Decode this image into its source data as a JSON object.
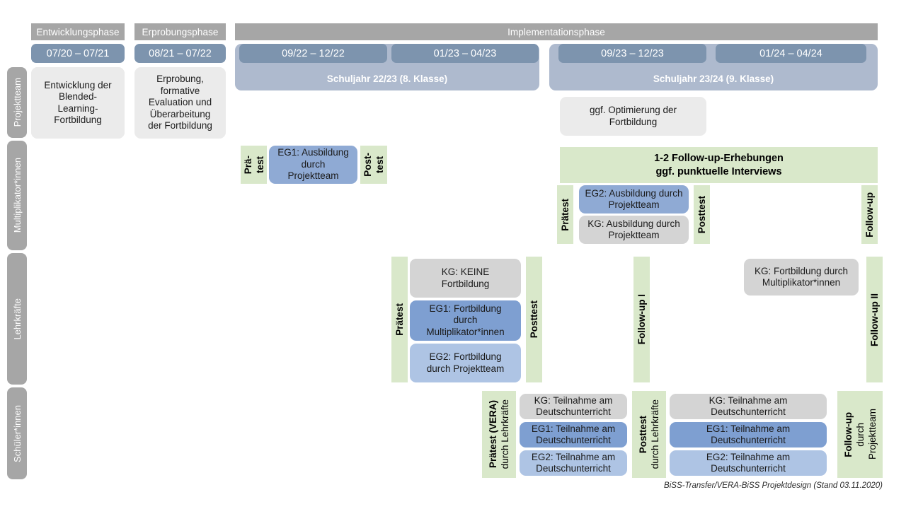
{
  "phases": [
    {
      "label": "Entwicklungsphase"
    },
    {
      "label": "Erprobungsphase"
    },
    {
      "label": "Implementationsphase"
    }
  ],
  "periods": [
    {
      "label": "07/20 – 07/21"
    },
    {
      "label": "08/21 – 07/22"
    },
    {
      "label": "09/22 – 12/22"
    },
    {
      "label": "01/23 – 04/23"
    },
    {
      "label": "09/23 – 12/23"
    },
    {
      "label": "01/24 – 04/24"
    }
  ],
  "school_years": [
    {
      "label": "Schuljahr 22/23 (8. Klasse)"
    },
    {
      "label": "Schuljahr 23/24 (9. Klasse)"
    }
  ],
  "rows": [
    {
      "key": "projektteam",
      "label": "Projektteam"
    },
    {
      "key": "multiplikatoren",
      "label": "Multiplikator*innen"
    },
    {
      "key": "lehrkraefte",
      "label": "Lehrkräfte"
    },
    {
      "key": "schueler",
      "label": "Schüler*innen"
    }
  ],
  "projektteam": {
    "entwicklung": "Entwicklung der\nBlended-\nLearning-\nFortbildung",
    "erprobung": "Erprobung,\nformative\nEvaluation und\nÜberarbeitung\nder Fortbildung",
    "optimierung": "ggf. Optimierung der\nFortbildung"
  },
  "multiplikatoren": {
    "praetest_line1": "Prä-",
    "praetest_line2": "test",
    "eg1": "EG1: Ausbildung\ndurch\nProjektteam",
    "posttest_line1": "Post-",
    "posttest_line2": "test",
    "followup_banner": "1-2 Follow-up-Erhebungen\nggf. punktuelle Interviews",
    "praetest2": "Prätest",
    "eg2": "EG2:  Ausbildung durch\nProjektteam",
    "kg": "KG: Ausbildung durch\nProjektteam",
    "posttest2": "Posttest",
    "followup": "Follow-up"
  },
  "lehrkraefte": {
    "praetest": "Prätest",
    "kg": "KG:  KEINE\nFortbildung",
    "eg1": "EG1: Fortbildung\ndurch\nMultiplikator*innen",
    "eg2": "EG2: Fortbildung\ndurch Projektteam",
    "posttest": "Posttest",
    "followup1": "Follow-up I",
    "kg_followup": "KG: Fortbildung durch\nMultiplikator*innen",
    "followup2": "Follow-up II"
  },
  "schueler": {
    "praetest_bold": "Prätest (VERA)",
    "praetest_sub": "durch Lehrkräfte",
    "kg1": "KG: Teilnahme am\nDeutschunterricht",
    "eg1_1": "EG1: Teilnahme am\nDeutschunterricht",
    "eg2_1": "EG2: Teilnahme am\nDeutschunterricht",
    "posttest_bold": "Posttest",
    "posttest_sub": "durch Lehrkräfte",
    "kg2": "KG: Teilnahme am\nDeutschunterricht",
    "eg1_2": "EG1: Teilnahme am\nDeutschunterricht",
    "eg2_2": "EG2: Teilnahme am\nDeutschunterricht",
    "followup_bold": "Follow-up",
    "followup_sub1": "durch",
    "followup_sub2": "Projektteam"
  },
  "footer": {
    "note": "BiSS-Transfer/VERA-BiSS Projektdesign (Stand 03.11.2020)"
  },
  "colors": {
    "phase_gray": "#a6a6a6",
    "period_blue": "#7d94ae",
    "year_band": "#aebace",
    "green": "#d9e8ca",
    "blue_dark": "#7e9fd1",
    "blue_mid": "#8faad4",
    "blue_pale": "#aec4e4",
    "gray_box": "#d4d4d4",
    "gray_light_box": "#ebebeb"
  }
}
